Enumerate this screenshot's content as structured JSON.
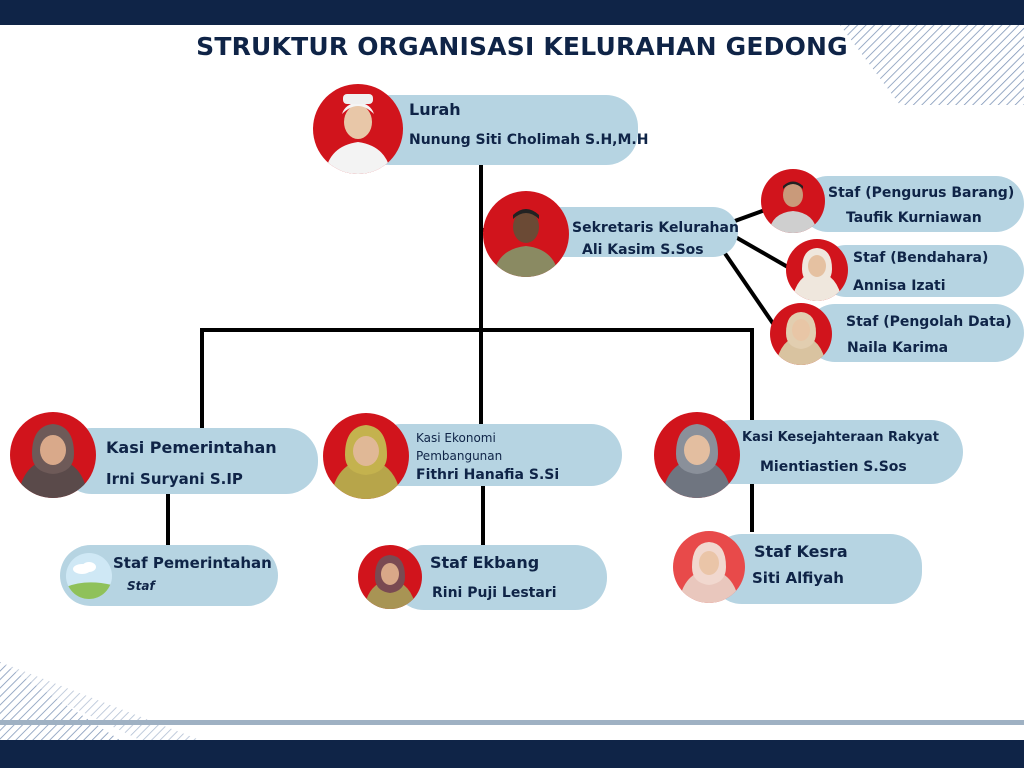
{
  "title": "STRUKTUR ORGANISASI KELURAHAN GEDONG",
  "colors": {
    "navy": "#0f2447",
    "pill": "#b6d4e2",
    "avatar_red": "#d1141c",
    "line": "#000000"
  },
  "lurah": {
    "role": "Lurah",
    "name": "Nunung Siti Cholimah S.H,M.H",
    "avatar": "person-photo-icon"
  },
  "sekretaris": {
    "role": "Sekretaris Kelurahan",
    "name": "Ali Kasim S.Sos",
    "avatar": "person-photo-icon"
  },
  "staf_sekretariat": [
    {
      "role": "Staf (Pengurus Barang)",
      "name": "Taufik Kurniawan",
      "avatar": "person-photo-icon"
    },
    {
      "role": "Staf (Bendahara)",
      "name": "Annisa Izati",
      "avatar": "person-photo-icon"
    },
    {
      "role": "Staf (Pengolah Data)",
      "name": "Naila Karima",
      "avatar": "person-photo-icon"
    }
  ],
  "kasi": [
    {
      "role": "Kasi Pemerintahan",
      "name": "Irni Suryani S.IP",
      "avatar": "person-photo-icon"
    },
    {
      "role_line1": "Kasi Ekonomi",
      "role_line2": "Pembangunan",
      "name": "Fithri Hanafia S.Si",
      "avatar": "person-photo-icon"
    },
    {
      "role": "Kasi Kesejahteraan Rakyat",
      "name": "Mientiastien S.Sos",
      "avatar": "person-photo-icon"
    }
  ],
  "staf_seksi": [
    {
      "role": "Staf Pemerintahan",
      "name": "Staf",
      "avatar": "landscape-placeholder-icon"
    },
    {
      "role": "Staf Ekbang",
      "name": "Rini Puji Lestari",
      "avatar": "person-photo-icon"
    },
    {
      "role": "Staf Kesra",
      "name": "Siti Alfiyah",
      "avatar": "person-photo-icon"
    }
  ]
}
